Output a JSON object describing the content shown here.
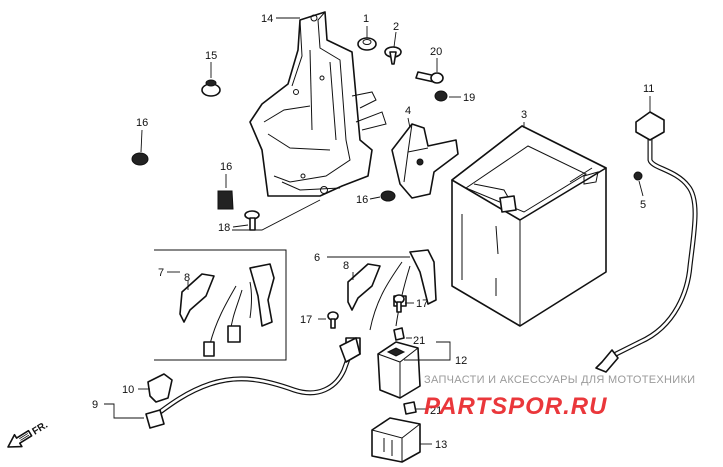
{
  "diagram": {
    "labels": {
      "l1": "1",
      "l2": "2",
      "l3": "3",
      "l4": "4",
      "l5": "5",
      "l6": "6",
      "l7": "7",
      "l8a": "8",
      "l8b": "8",
      "l9": "9",
      "l10": "10",
      "l11": "11",
      "l12": "12",
      "l13": "13",
      "l14": "14",
      "l15": "15",
      "l16a": "16",
      "l16b": "16",
      "l16c": "16",
      "l17a": "17",
      "l17b": "17",
      "l18": "18",
      "l19": "19",
      "l20": "20",
      "l21a": "21",
      "l21b": "21"
    },
    "direction_label": "FR.",
    "watermark": {
      "caption": "ЗАПЧАСТИ И АКСЕССУАРЫ ДЛЯ МОТОТЕХНИКИ",
      "brand": "PARTSPOR.RU",
      "brand_color": "#e8262a"
    }
  }
}
